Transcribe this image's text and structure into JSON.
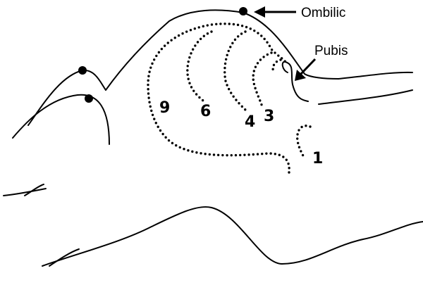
{
  "labels": {
    "ombilic": "Ombilic",
    "pubis": "Pubis"
  },
  "fundal_heights": [
    "9",
    "6",
    "4",
    "3",
    "1"
  ],
  "colors": {
    "ink": "#000000",
    "background": "#ffffff"
  }
}
